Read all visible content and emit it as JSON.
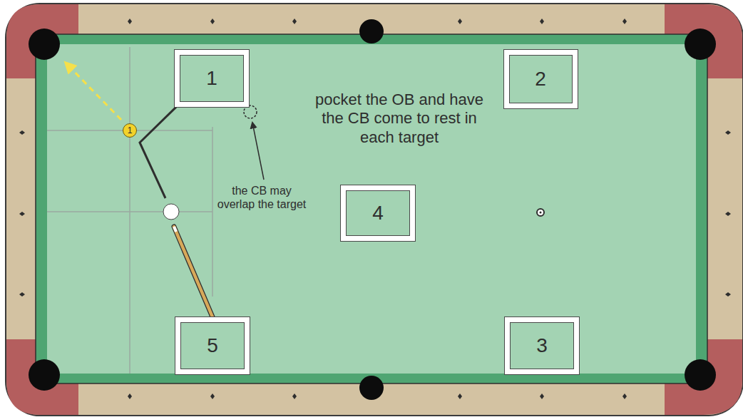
{
  "diagram": {
    "nodes": [
      {
        "text": [
          "1"
        ]
      },
      {
        "text": [
          "2"
        ]
      },
      {
        "text": [
          "1"
        ]
      },
      {
        "text": [
          "4"
        ]
      },
      {
        "text": [
          "5"
        ]
      },
      {
        "text": [
          "3"
        ]
      }
    ],
    "labels": [
      "pocket the OB and have the CB come to rest in each target",
      "the CB may overlap the target"
    ]
  }
}
